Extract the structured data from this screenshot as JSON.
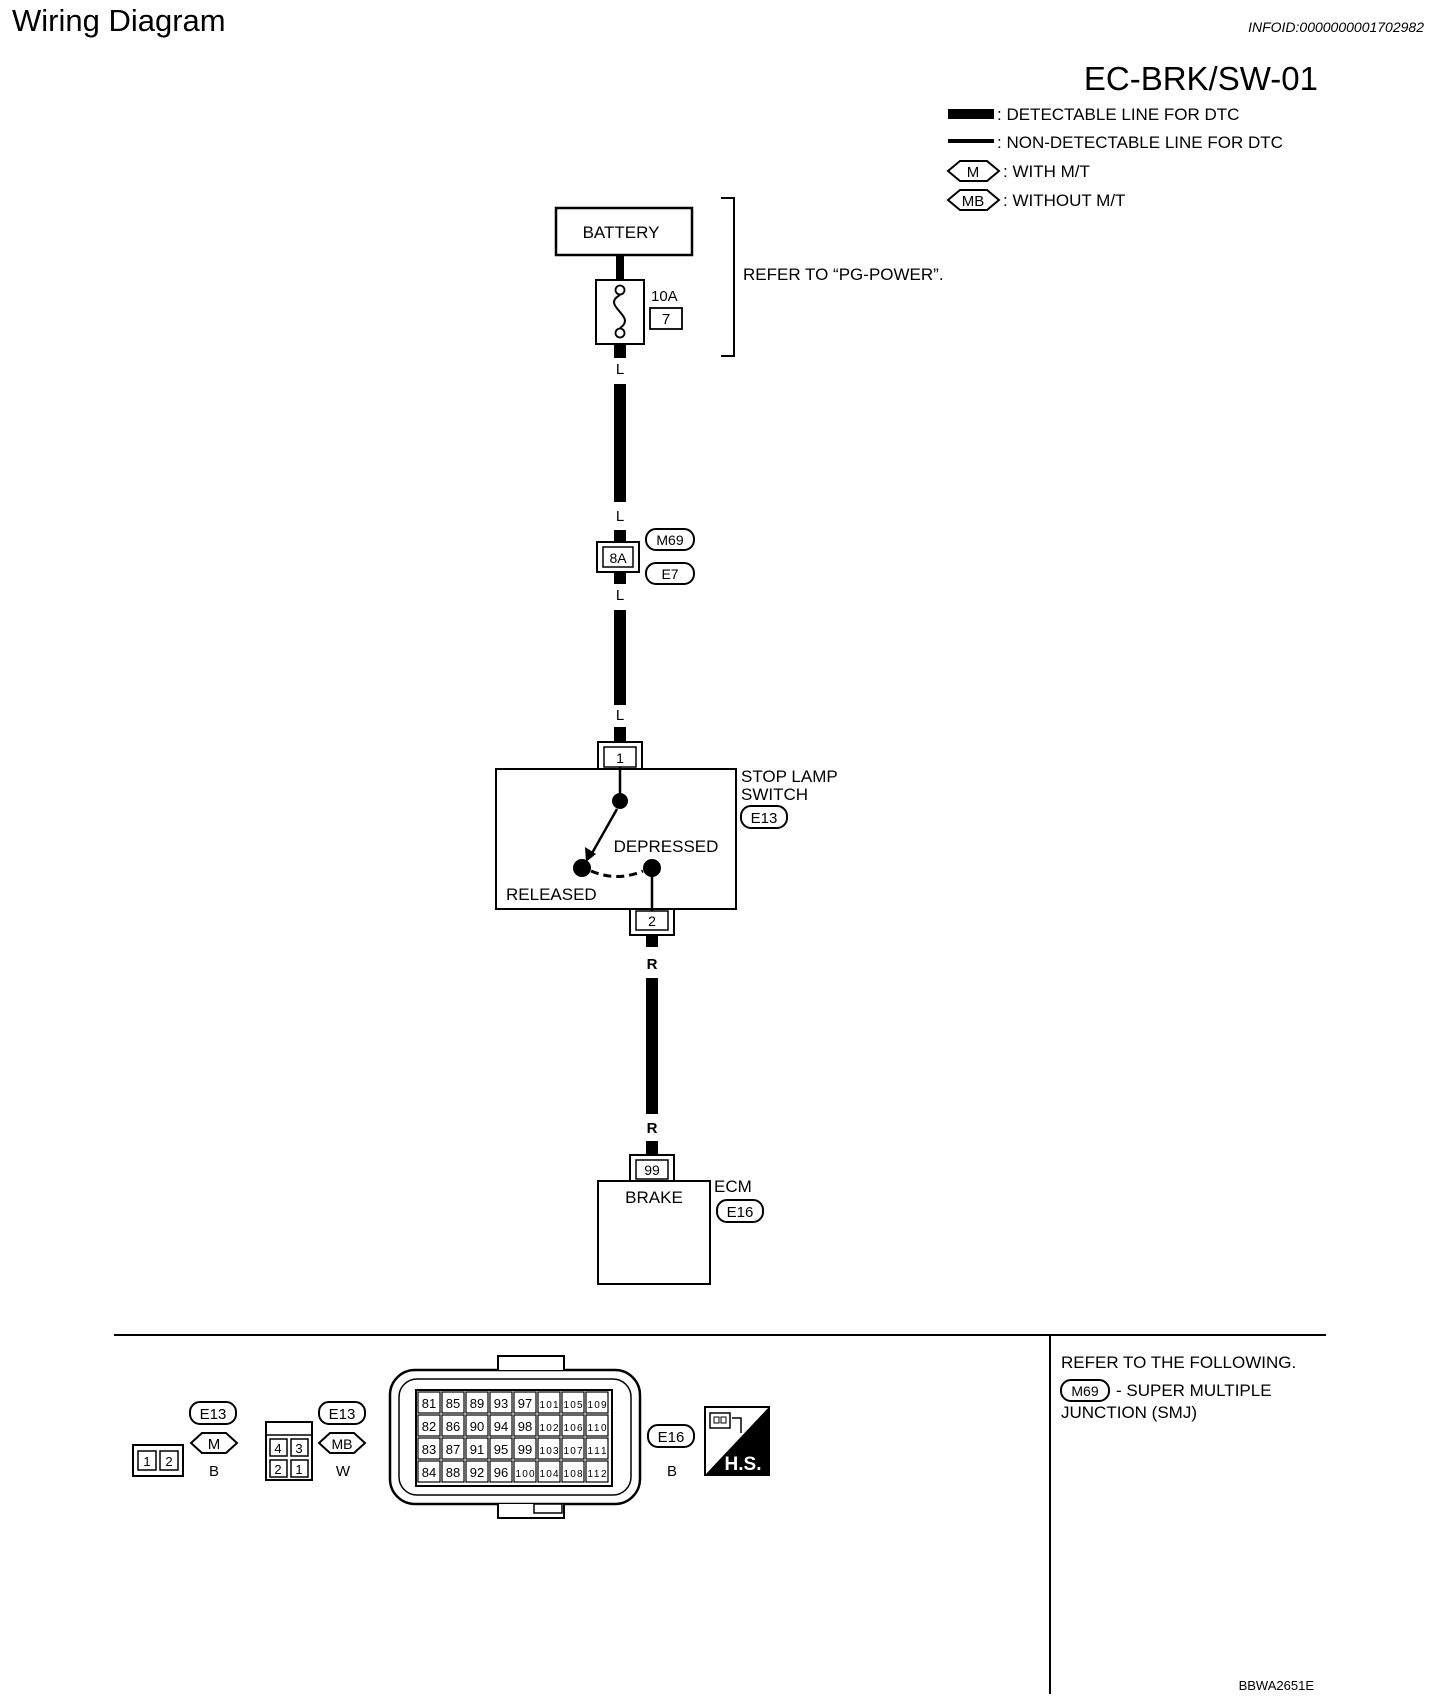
{
  "header": {
    "title": "Wiring Diagram",
    "info_id": "INFOID:0000000001702982"
  },
  "diagram_code": "EC-BRK/SW-01",
  "legend": {
    "detectable": ": DETECTABLE LINE FOR DTC",
    "non_detectable": ": NON-DETECTABLE LINE FOR DTC",
    "with_mt_symbol": "M",
    "with_mt": ": WITH M/T",
    "without_mt_symbol": "MB",
    "without_mt": ": WITHOUT M/T"
  },
  "battery": {
    "label": "BATTERY",
    "fuse_rating": "10A",
    "fuse_number": "7",
    "refer_note": "REFER TO “PG-POWER”."
  },
  "wires": {
    "color_upper": "L",
    "color_lower": "R"
  },
  "joint": {
    "terminal": "8A",
    "connector_top": "M69",
    "connector_bottom": "E7"
  },
  "stop_lamp_switch": {
    "label_line1": "STOP LAMP",
    "label_line2": "SWITCH",
    "connector": "E13",
    "terminal_in": "1",
    "terminal_out": "2",
    "state_depressed": "DEPRESSED",
    "state_released": "RELEASED"
  },
  "ecm": {
    "label": "ECM",
    "connector": "E16",
    "terminal": "99",
    "terminal_name": "BRAKE"
  },
  "connectors": {
    "e13_m": {
      "id": "E13",
      "variant": "M",
      "color": "B",
      "pins": [
        "1",
        "2"
      ]
    },
    "e13_mb": {
      "id": "E13",
      "variant": "MB",
      "color": "W",
      "pins_top": [
        "4",
        "3"
      ],
      "pins_bottom": [
        "2",
        "1"
      ]
    },
    "e16": {
      "id": "E16",
      "color": "B",
      "rows": [
        [
          "81",
          "85",
          "89",
          "93",
          "97",
          "101",
          "105",
          "109"
        ],
        [
          "82",
          "86",
          "90",
          "94",
          "98",
          "102",
          "106",
          "110"
        ],
        [
          "83",
          "87",
          "91",
          "95",
          "99",
          "103",
          "107",
          "111"
        ],
        [
          "84",
          "88",
          "92",
          "96",
          "100",
          "104",
          "108",
          "112"
        ]
      ]
    },
    "hs_label": "H.S."
  },
  "refer_following": {
    "line1": "REFER TO THE FOLLOWING.",
    "connector": "M69",
    "line2": "- SUPER MULTIPLE",
    "line3": "JUNCTION (SMJ)"
  },
  "figure_code": "BBWA2651E"
}
